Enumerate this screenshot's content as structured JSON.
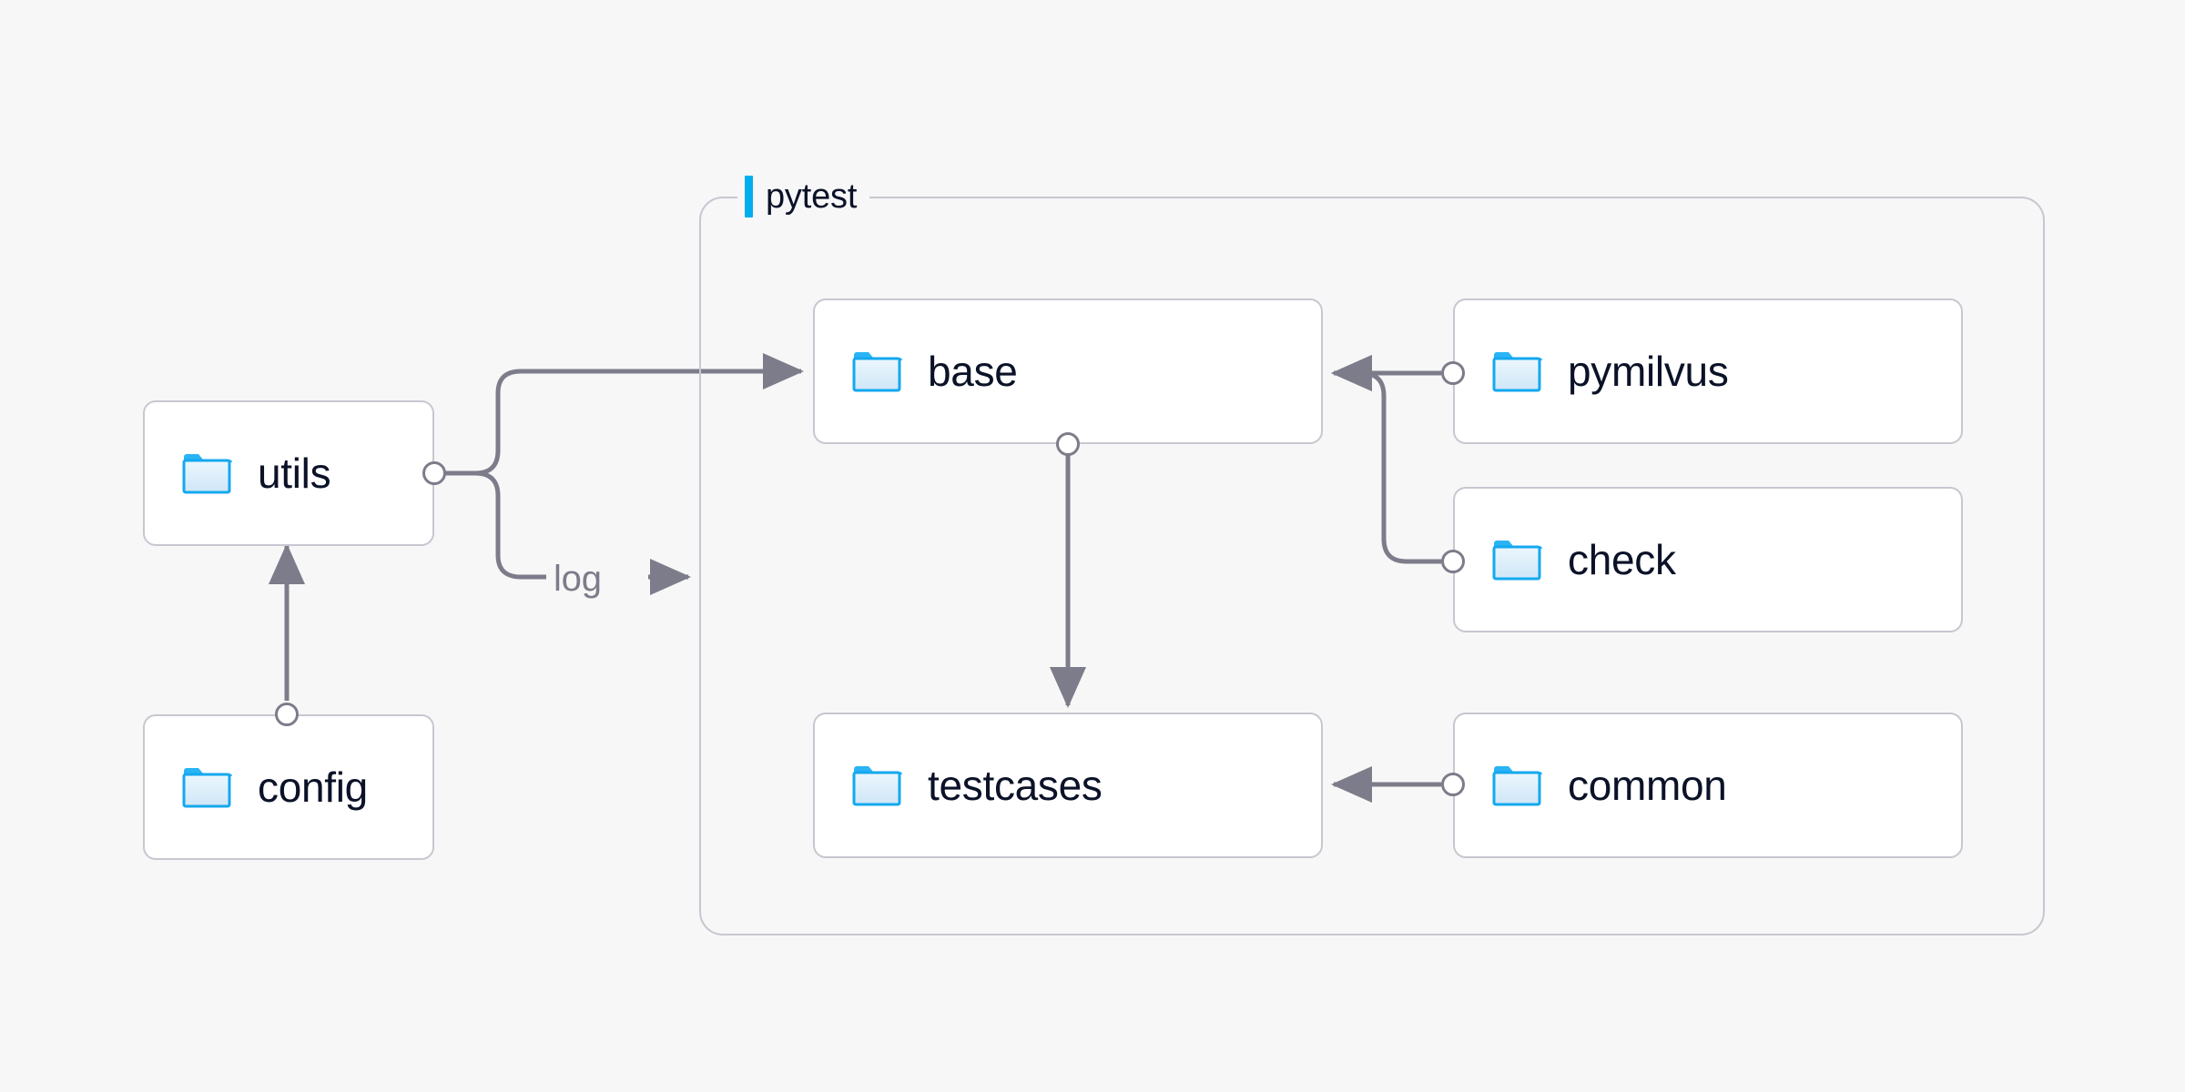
{
  "diagram": {
    "title_group": {
      "label": "pytest",
      "accent_color": "#00aeef"
    },
    "colors": {
      "background": "#f7f7f7",
      "node_fill": "#ffffff",
      "node_border": "#c7c7d1",
      "group_border": "#c7c7d1",
      "edge": "#7c7c8a",
      "text": "#0b1228",
      "edge_label_text": "#7c7c8a",
      "folder_outline": "#14a8ef",
      "folder_fill_top": "#e8f4fd",
      "folder_fill_bottom": "#cfe6f7",
      "accent": "#00aeef"
    },
    "nodes": [
      {
        "id": "utils",
        "label": "utils",
        "icon": "folder-icon",
        "group": "outside"
      },
      {
        "id": "config",
        "label": "config",
        "icon": "folder-icon",
        "group": "outside"
      },
      {
        "id": "base",
        "label": "base",
        "icon": "folder-icon",
        "group": "pytest"
      },
      {
        "id": "testcases",
        "label": "testcases",
        "icon": "folder-icon",
        "group": "pytest"
      },
      {
        "id": "pymilvus",
        "label": "pymilvus",
        "icon": "folder-icon",
        "group": "pytest"
      },
      {
        "id": "check",
        "label": "check",
        "icon": "folder-icon",
        "group": "pytest"
      },
      {
        "id": "common",
        "label": "common",
        "icon": "folder-icon",
        "group": "pytest"
      }
    ],
    "edges": [
      {
        "from": "config",
        "to": "utils",
        "label": "",
        "arrow": true
      },
      {
        "from": "utils",
        "to": "base",
        "label": "",
        "arrow": true
      },
      {
        "from": "utils",
        "to": "log",
        "label": "log",
        "arrow": true
      },
      {
        "from": "base",
        "to": "testcases",
        "label": "",
        "arrow": true
      },
      {
        "from": "pymilvus",
        "to": "base",
        "label": "",
        "arrow": true
      },
      {
        "from": "check",
        "to": "base",
        "label": "",
        "arrow": true
      },
      {
        "from": "common",
        "to": "testcases",
        "label": "",
        "arrow": true
      }
    ],
    "edge_labels": {
      "log": "log"
    }
  }
}
